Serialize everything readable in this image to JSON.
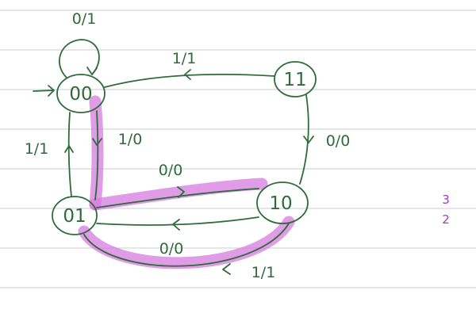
{
  "diagram": {
    "colors": {
      "paper": "#ffffff",
      "rule_line": "#c8ccd8",
      "ink": "#2f6b3a",
      "highlight": "#d77be0",
      "note_ink": "#9b3db5"
    },
    "states": {
      "s00": "00",
      "s11": "11",
      "s01": "01",
      "s10": "10"
    },
    "transitions": {
      "self_loop_00": "0/1",
      "t11_to_00": "1/1",
      "t00_to_01": "1/0",
      "t01_to_00": "1/1",
      "t01_to_10": "0/0",
      "t11_to_10": "0/0",
      "t10_to_01_lower": "0/0",
      "t10_to_01_bottom": "1/1"
    },
    "side_note": {
      "digit": "3",
      "mark": "2"
    }
  }
}
